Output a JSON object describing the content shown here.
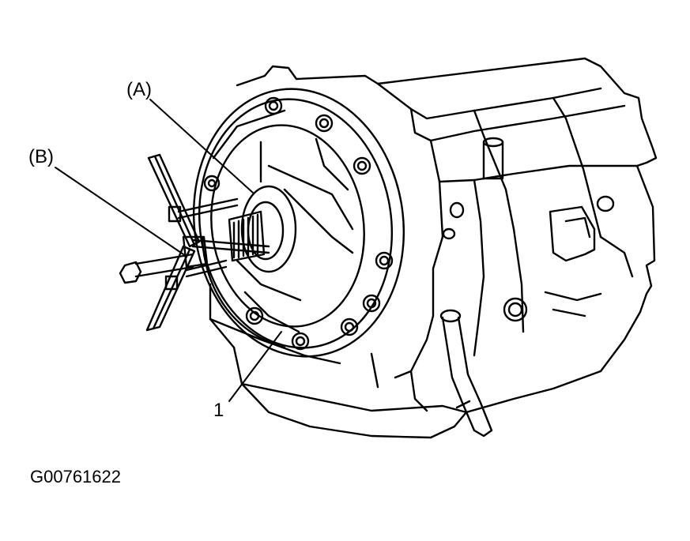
{
  "callouts": {
    "a": "(A)",
    "b": "(B)",
    "one": "1"
  },
  "figure_id": "G00761622",
  "colors": {
    "line": "#000000",
    "background": "#ffffff"
  }
}
